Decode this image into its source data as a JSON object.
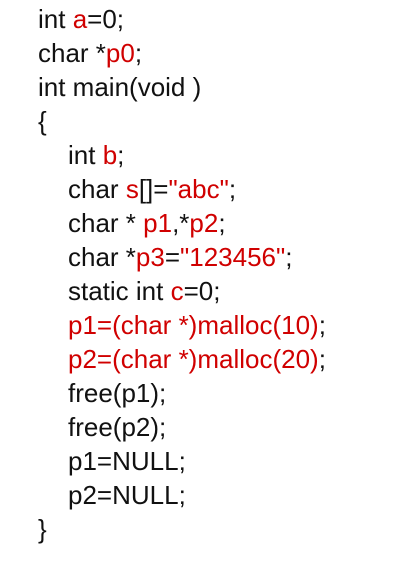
{
  "code": {
    "lines": [
      {
        "indent": 0,
        "segments": [
          {
            "t": "int ",
            "c": "black"
          },
          {
            "t": "a",
            "c": "red"
          },
          {
            "t": "=0;",
            "c": "black"
          }
        ]
      },
      {
        "indent": 0,
        "segments": [
          {
            "t": "char *",
            "c": "black"
          },
          {
            "t": "p0",
            "c": "red"
          },
          {
            "t": ";",
            "c": "black"
          }
        ]
      },
      {
        "indent": 0,
        "segments": [
          {
            "t": "int main(void )",
            "c": "black"
          }
        ]
      },
      {
        "indent": 0,
        "segments": [
          {
            "t": "{",
            "c": "black"
          }
        ]
      },
      {
        "indent": 1,
        "segments": [
          {
            "t": "int ",
            "c": "black"
          },
          {
            "t": "b",
            "c": "red"
          },
          {
            "t": ";",
            "c": "black"
          }
        ]
      },
      {
        "indent": 1,
        "segments": [
          {
            "t": "char ",
            "c": "black"
          },
          {
            "t": "s",
            "c": "red"
          },
          {
            "t": "[]=",
            "c": "black"
          },
          {
            "t": "\"abc\"",
            "c": "red"
          },
          {
            "t": ";",
            "c": "black"
          }
        ]
      },
      {
        "indent": 1,
        "segments": [
          {
            "t": "char * ",
            "c": "black"
          },
          {
            "t": "p1",
            "c": "red"
          },
          {
            "t": ",*",
            "c": "black"
          },
          {
            "t": "p2",
            "c": "red"
          },
          {
            "t": ";",
            "c": "black"
          }
        ]
      },
      {
        "indent": 1,
        "segments": [
          {
            "t": "char *",
            "c": "black"
          },
          {
            "t": "p3",
            "c": "red"
          },
          {
            "t": "=",
            "c": "black"
          },
          {
            "t": "\"123456\"",
            "c": "red"
          },
          {
            "t": ";",
            "c": "black"
          }
        ]
      },
      {
        "indent": 1,
        "segments": [
          {
            "t": "static int ",
            "c": "black"
          },
          {
            "t": "c",
            "c": "red"
          },
          {
            "t": "=0;",
            "c": "black"
          }
        ]
      },
      {
        "indent": 1,
        "segments": [
          {
            "t": "p1=(char *)malloc(10)",
            "c": "red"
          },
          {
            "t": ";",
            "c": "black"
          }
        ]
      },
      {
        "indent": 1,
        "segments": [
          {
            "t": "p2=(char *)malloc(20)",
            "c": "red"
          },
          {
            "t": ";",
            "c": "black"
          }
        ]
      },
      {
        "indent": 1,
        "segments": [
          {
            "t": "free(p1);",
            "c": "black"
          }
        ]
      },
      {
        "indent": 1,
        "segments": [
          {
            "t": "free(p2);",
            "c": "black"
          }
        ]
      },
      {
        "indent": 1,
        "segments": [
          {
            "t": "p1=NULL;",
            "c": "black"
          }
        ]
      },
      {
        "indent": 1,
        "segments": [
          {
            "t": "p2=NULL;",
            "c": "black"
          }
        ]
      },
      {
        "indent": 0,
        "segments": [
          {
            "t": "}",
            "c": "black"
          }
        ]
      }
    ]
  },
  "colors": {
    "text": "#111111",
    "highlight": "#d00000",
    "background": "#ffffff"
  }
}
